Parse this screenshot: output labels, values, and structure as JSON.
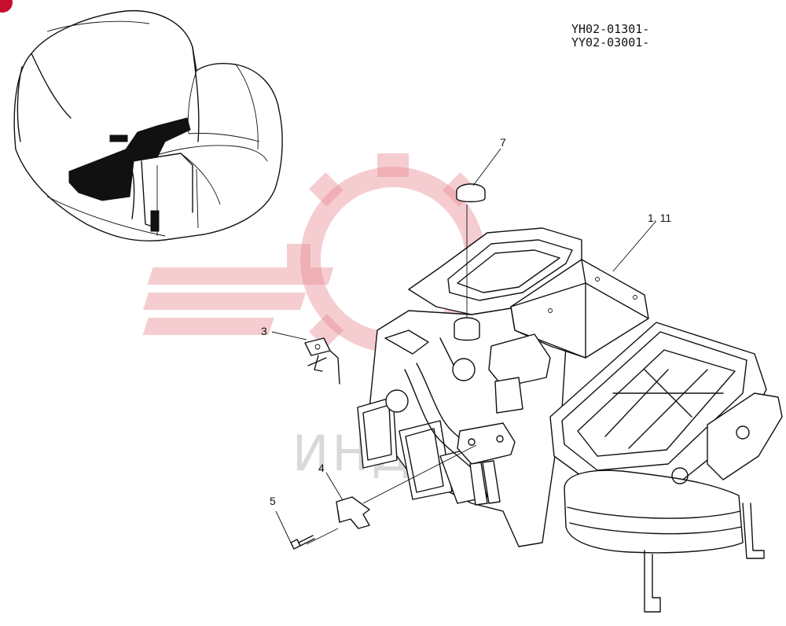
{
  "serials": [
    "YH02-01301-",
    "YY02-03001-"
  ],
  "callouts": {
    "item_7": "7",
    "item_1_11": "1, 11",
    "item_3": "3",
    "item_4": "4",
    "item_5": "5"
  },
  "watermark": {
    "text": "ИНДЕКС",
    "gear_color": "#e8888f"
  },
  "colors": {
    "line": "#111111",
    "corner_badge": "#c8102e"
  }
}
